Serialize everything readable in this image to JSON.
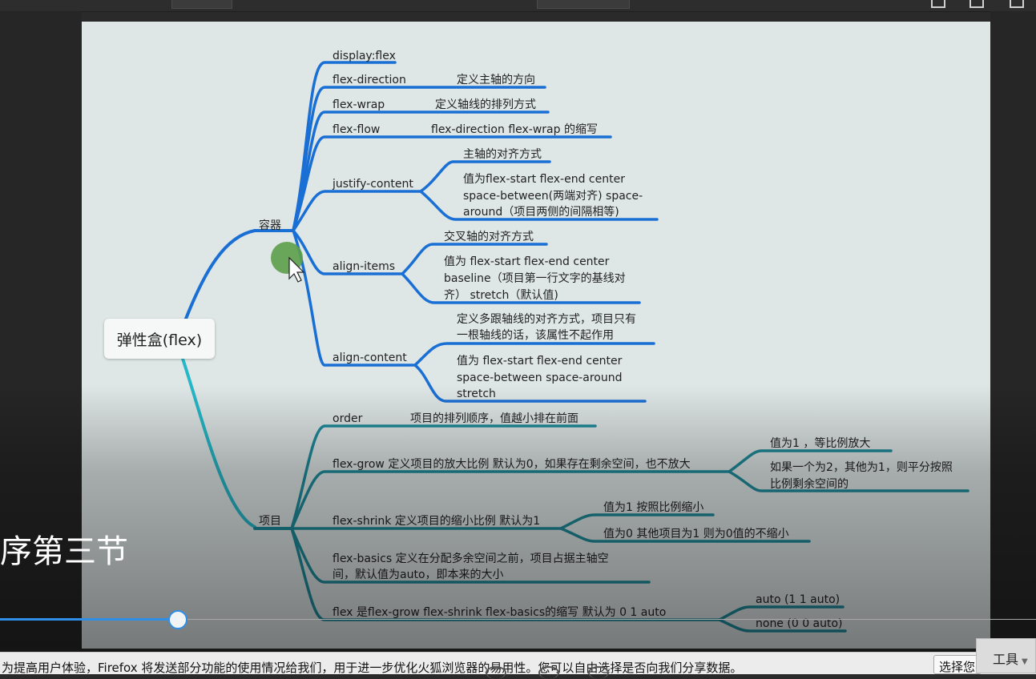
{
  "video": {
    "title": "序第三节",
    "progress_percent": 17.2
  },
  "mindmap": {
    "root": "弹性盒(flex)",
    "container": {
      "label": "容器",
      "items": {
        "display": "display:flex",
        "flex_direction": {
          "name": "flex-direction",
          "desc": "定义主轴的方向"
        },
        "flex_wrap": {
          "name": "flex-wrap",
          "desc": "定义轴线的排列方式"
        },
        "flex_flow": {
          "name": "flex-flow",
          "desc": "flex-direction flex-wrap 的缩写"
        },
        "justify_content": {
          "name": "justify-content",
          "desc1": "主轴的对齐方式",
          "desc2_lines": [
            "值为flex-start flex-end center",
            "space-between(两端对齐) space-",
            "around（项目两侧的间隔相等)"
          ]
        },
        "align_items": {
          "name": "align-items",
          "desc1": "交叉轴的对齐方式",
          "desc2_lines": [
            "值为 flex-start flex-end center",
            "baseline（项目第一行文字的基线对",
            "齐） stretch（默认值)"
          ]
        },
        "align_content": {
          "name": "align-content",
          "desc1_lines": [
            "定义多跟轴线的对齐方式，项目只有",
            "一根轴线的话，该属性不起作用"
          ],
          "desc2_lines": [
            "值为  flex-start flex-end center",
            "space-between space-around",
            "stretch"
          ]
        }
      }
    },
    "item": {
      "label": "项目",
      "items": {
        "order": {
          "name": "order",
          "desc": "项目的排列顺序，值越小排在前面"
        },
        "flex_grow": {
          "text": "flex-grow 定义项目的放大比例 默认为0，如果存在剩余空间，也不放大",
          "sub1": "值为1 ，等比例放大",
          "sub2_lines": [
            "如果一个为2，其他为1，则平分按照",
            "比例剩余空间的"
          ]
        },
        "flex_shrink": {
          "text": "flex-shrink 定义项目的缩小比例 默认为1",
          "sub1": "值为1 按照比例缩小",
          "sub2": "值为0 其他项目为1 则为0值的不缩小"
        },
        "flex_basics": {
          "lines": [
            "flex-basics 定义在分配多余空间之前，项目占据主轴空",
            "间，默认值为auto，即本来的大小"
          ]
        },
        "flex": {
          "text": "flex 是flex-grow flex-shrink flex-basics的缩写 默认为 0 1 auto",
          "sub1": "auto (1 1 auto)",
          "sub2": "none (0 0 auto)"
        }
      }
    }
  },
  "notification": {
    "text": "为提高用户体验，Firefox 将发送部分功能的使用情况给我们，用于进一步优化火狐浏览器的易用性。您可以自由选择是否向我们分享数据。",
    "button_label": "选择您要共享的数据"
  },
  "tools_label": "工具",
  "colors": {
    "container_branch": "#1a6fd4",
    "item_branch": "#1f8c9c",
    "root_link": "#26b8c8",
    "progress": "#2f8fe8"
  }
}
